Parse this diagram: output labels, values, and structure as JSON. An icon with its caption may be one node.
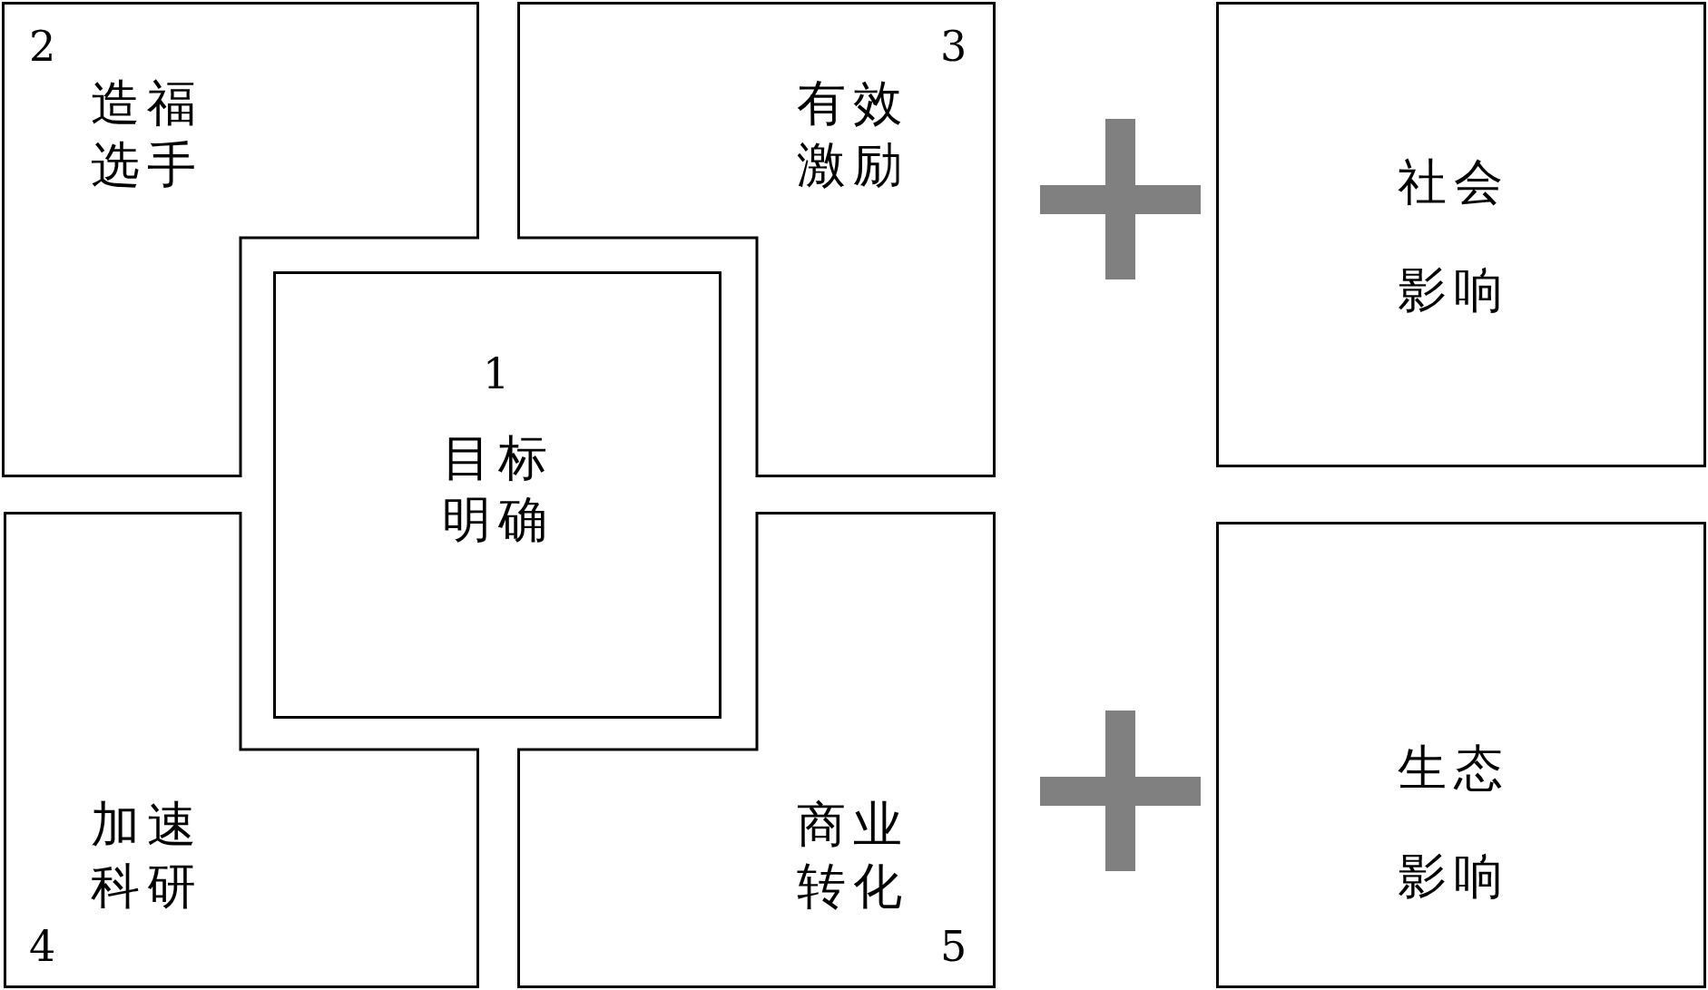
{
  "diagram": {
    "nodes": [
      {
        "text": [
          "2",
          "造福选手"
        ]
      },
      {
        "text": [
          "3",
          "有效激励"
        ]
      },
      {
        "text": [
          "社会影响"
        ]
      },
      {
        "text": [
          "1",
          "目标明确"
        ]
      },
      {
        "text": [
          "加速科研",
          "4"
        ]
      },
      {
        "text": [
          "商业转化",
          "5"
        ]
      },
      {
        "text": [
          "生态影响"
        ]
      }
    ]
  }
}
